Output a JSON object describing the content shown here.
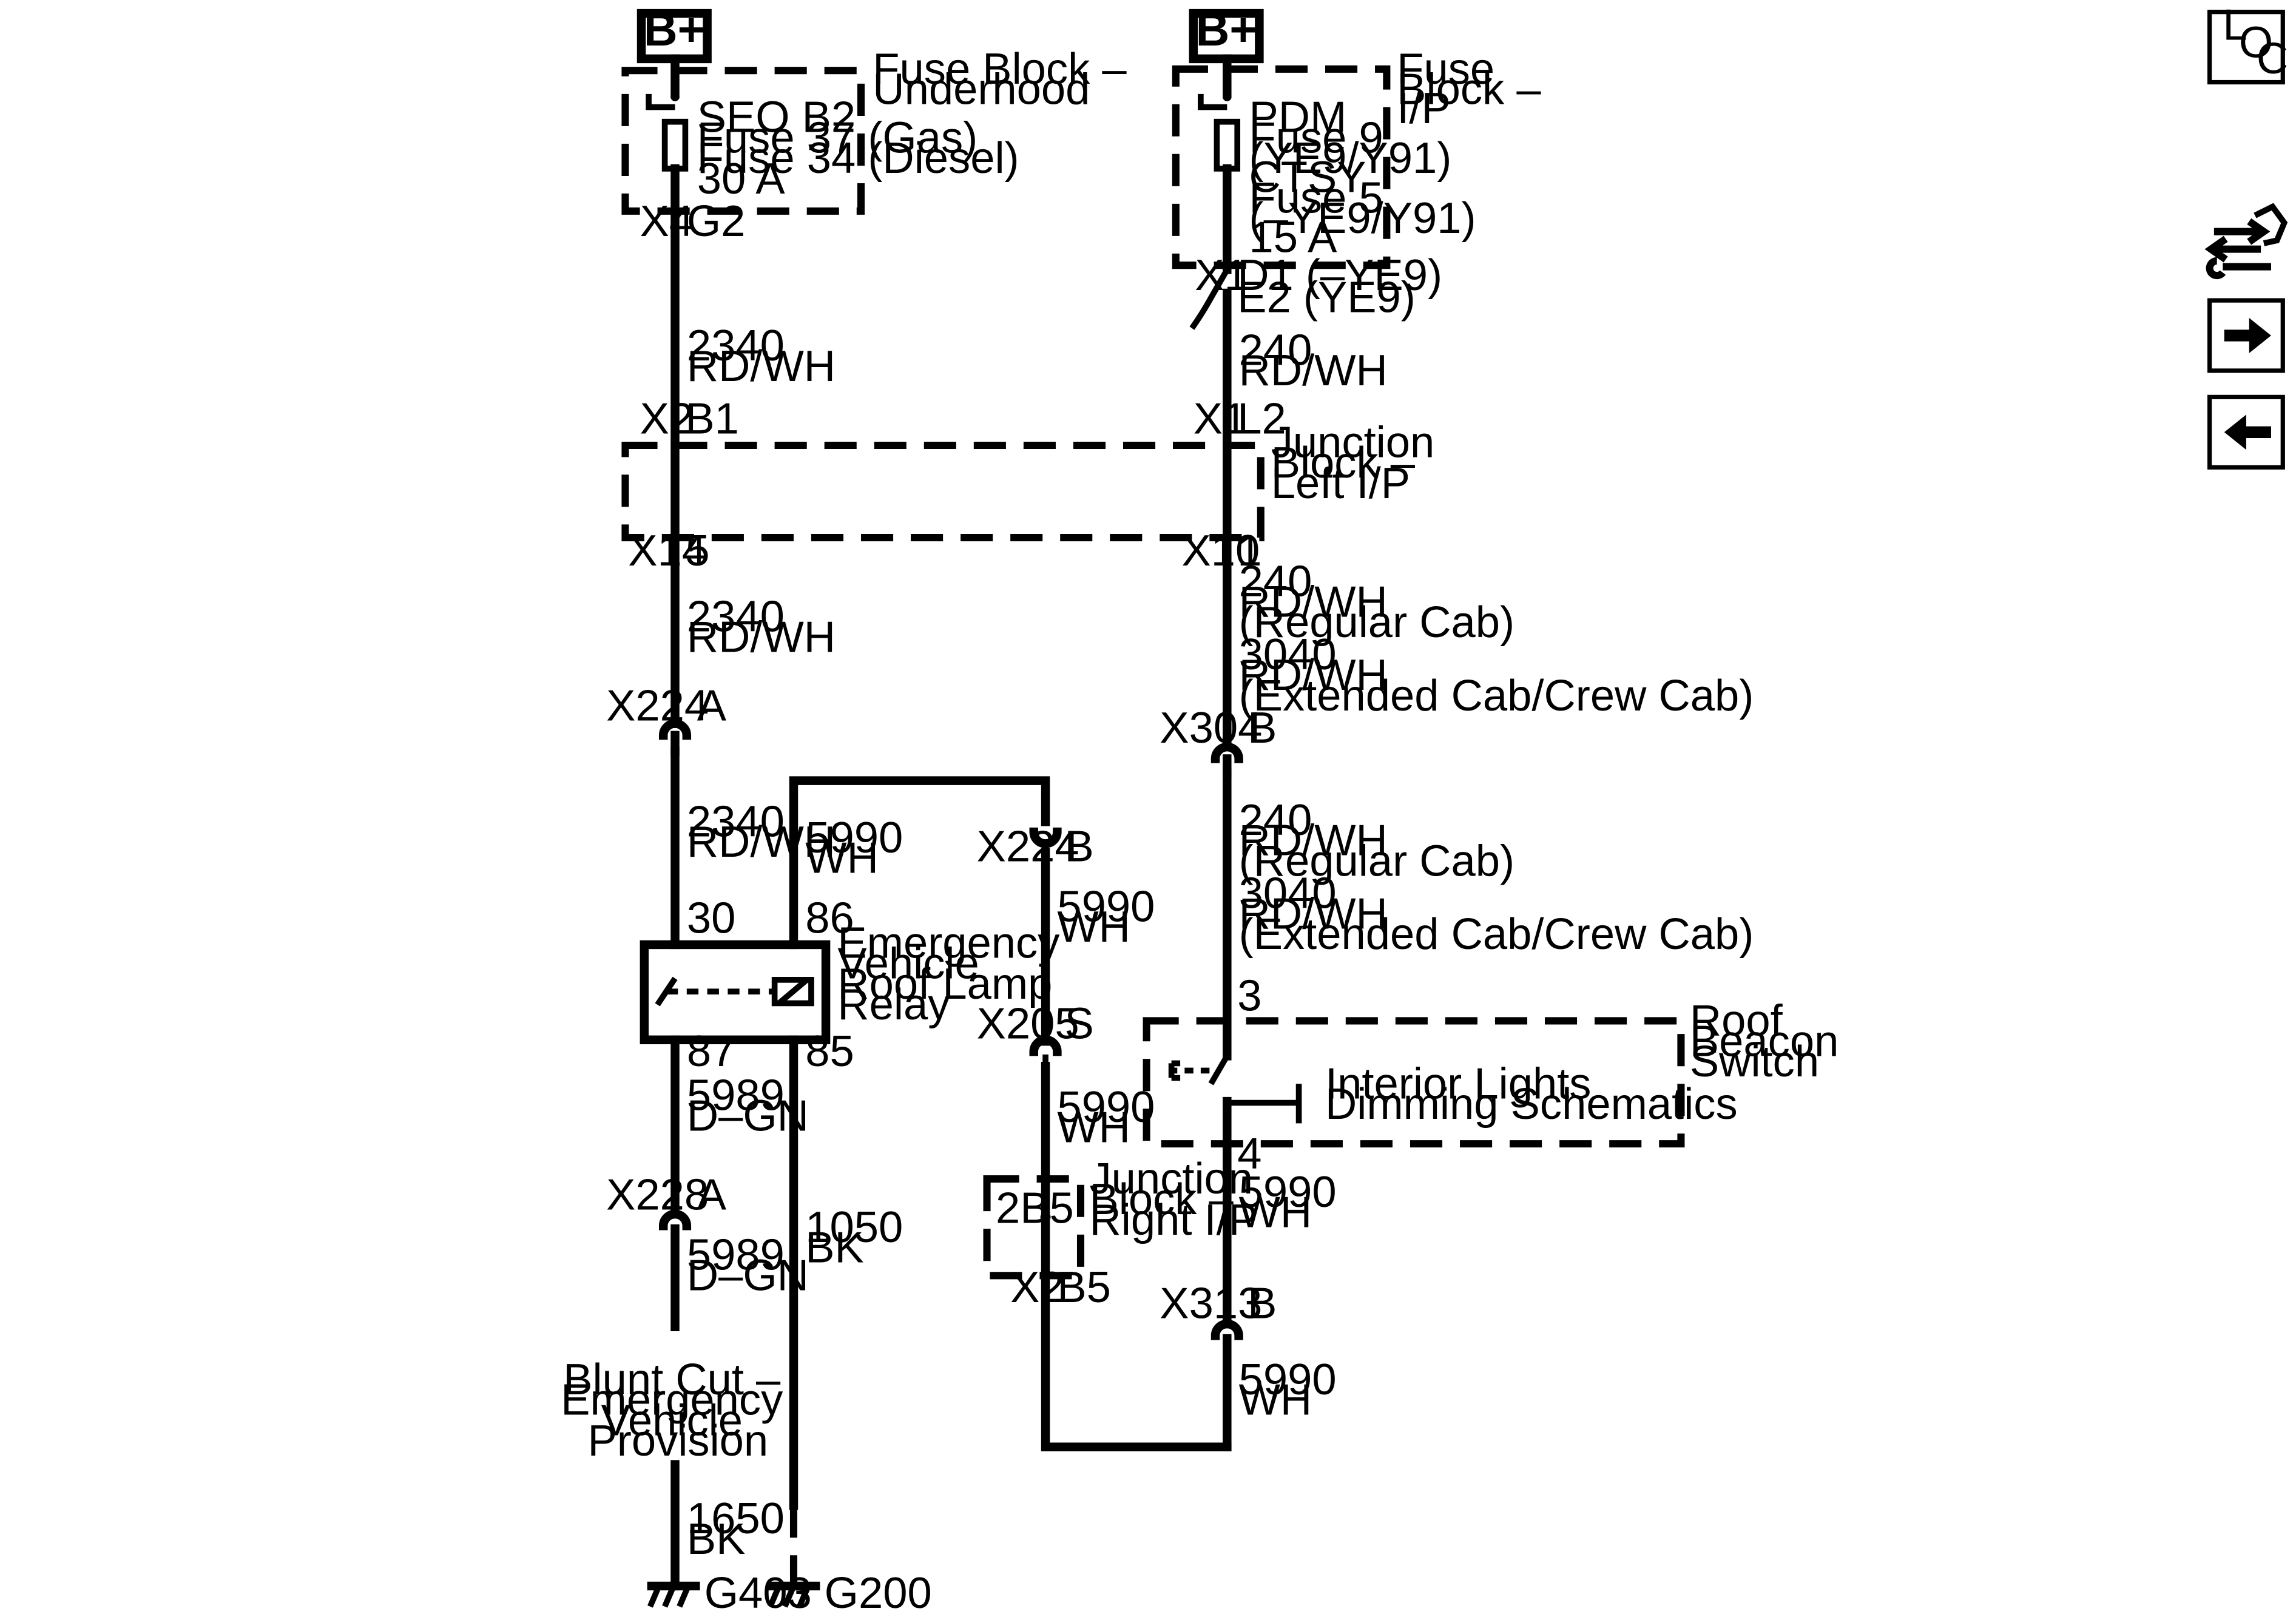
{
  "power": {
    "left": "B+",
    "right": "B+"
  },
  "fuse_block_underhood": {
    "name": [
      "Fuse Block –",
      "Underhood"
    ],
    "fuse": [
      "SEO B2",
      "Fuse 37 (Gas)",
      "Fuse 34 (Diesel)",
      "30 A"
    ],
    "conn": "X4",
    "pin": "G2"
  },
  "fuse_block_ip": {
    "name": [
      "Fuse",
      "Block –",
      "I/P"
    ],
    "fuse": [
      "PDM",
      "Fuse 9",
      "(YE9/Y91)",
      "CTSY",
      "Fuse 5",
      "(–YE9/Y91)",
      "15 A"
    ],
    "conn": "X1",
    "pins": [
      "D1 (–YE9)",
      "E2 (YE9)"
    ]
  },
  "junction_block_left": {
    "name": [
      "Junction",
      "Block –",
      "Left I/P"
    ],
    "in_left": {
      "conn": "X2",
      "pin": "B1"
    },
    "in_right": {
      "conn": "X1",
      "pin": "L2"
    },
    "out_left": {
      "conn": "X14",
      "pin": "5"
    },
    "out_right": {
      "conn": "X10",
      "pin": "1"
    }
  },
  "wires": {
    "w2340_a": [
      "2340",
      "RD/WH"
    ],
    "w240_a": [
      "240",
      "RD/WH"
    ],
    "w2340_b": [
      "2340",
      "RD/WH"
    ],
    "w240_b": [
      "240",
      "RD/WH",
      "(Regular Cab)",
      "3040",
      "RD/WH",
      "(Extended Cab/Crew Cab)"
    ],
    "w2340_c": [
      "2340",
      "RD/WH"
    ],
    "w5990_a": [
      "5990",
      "WH"
    ],
    "w5990_b": [
      "5990",
      "WH"
    ],
    "w240_c": [
      "240",
      "RD/WH",
      "(Regular Cab)",
      "3040",
      "RD/WH",
      "(Extended Cab/Crew Cab)"
    ],
    "w5989_a": [
      "5989",
      "D–GN"
    ],
    "w1050": [
      "1050",
      "BK"
    ],
    "w5990_c": [
      "5990",
      "WH"
    ],
    "w5990_d": [
      "5990",
      "WH"
    ],
    "w5989_b": [
      "5989",
      "D–GN"
    ],
    "w5990_e": [
      "5990",
      "WH"
    ],
    "w1650": [
      "1650",
      "BK"
    ]
  },
  "connectors": {
    "x224_a": {
      "id": "X224",
      "pin": "A"
    },
    "x304_b": {
      "id": "X304",
      "pin": "B"
    },
    "x224_b": {
      "id": "X224",
      "pin": "B"
    },
    "x205_s": {
      "id": "X205",
      "pin": "S"
    },
    "x228_a": {
      "id": "X228",
      "pin": "A"
    },
    "x313_b": {
      "id": "X313",
      "pin": "B"
    }
  },
  "relay": {
    "name": [
      "Emergency",
      "Vehicle",
      "Roof Lamp",
      "Relay"
    ],
    "pins": {
      "p30": "30",
      "p86": "86",
      "p87": "87",
      "p85": "85"
    }
  },
  "roof_beacon_switch": {
    "name": [
      "Roof",
      "Beacon",
      "Switch"
    ],
    "pin_in": "3",
    "pin_out": "4",
    "ref": [
      "Interior Lights",
      "Dimming Schematics"
    ]
  },
  "junction_block_right": {
    "name": [
      "Junction",
      "Block –",
      "Right I/P"
    ],
    "splice": "2B5",
    "conn": "X2",
    "pin": "B5"
  },
  "blunt_cut": [
    "Blunt Cut –",
    "Emergency",
    "Vehicle",
    "Provision"
  ],
  "grounds": {
    "g403": "G403",
    "g200": "G200"
  },
  "nav": {
    "loc": [
      "L",
      "O",
      "C"
    ],
    "icons": [
      "connector-info-icon",
      "forward-arrow-icon",
      "back-arrow-icon"
    ]
  }
}
